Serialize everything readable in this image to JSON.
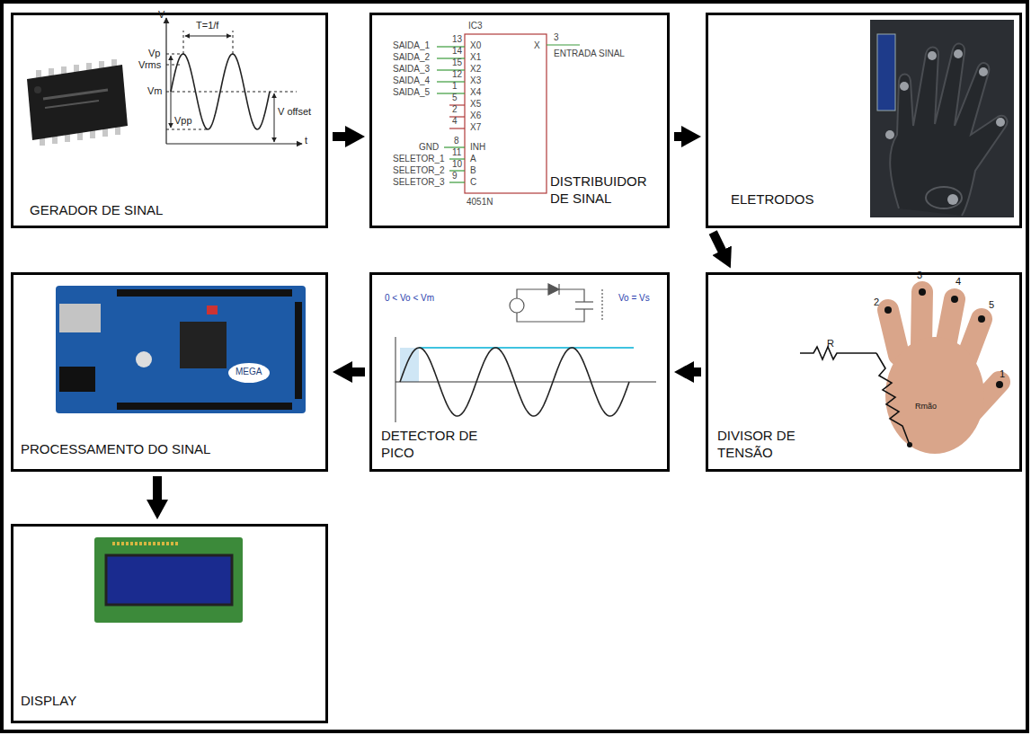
{
  "diagram": {
    "nodes": [
      {
        "text": [
          "GERADOR DE SINAL"
        ]
      },
      {
        "text": [
          "DISTRIBUIDOR DE SINAL"
        ]
      },
      {
        "text": [
          "ELETRODOS"
        ]
      },
      {
        "text": [
          "DIVISOR DE TENSÃO"
        ]
      },
      {
        "text": [
          "DETECTOR DE PICO"
        ]
      },
      {
        "text": [
          "PROCESSAMENTO DO SINAL"
        ]
      },
      {
        "text": [
          "DISPLAY"
        ]
      }
    ],
    "edges": [
      {
        "from": 0,
        "to": 1,
        "arrow": "to"
      },
      {
        "from": 1,
        "to": 2,
        "arrow": "to"
      },
      {
        "from": 2,
        "to": 3,
        "arrow": "to"
      },
      {
        "from": 3,
        "to": 4,
        "arrow": "to"
      },
      {
        "from": 4,
        "to": 5,
        "arrow": "to"
      },
      {
        "from": 5,
        "to": 6,
        "arrow": "to"
      }
    ],
    "labels": [
      "V",
      "Vp",
      "Vrms",
      "Vm",
      "Vpp",
      "T=1/f",
      "V offset",
      "t",
      "IC3",
      "SAIDA_1",
      "SAIDA_2",
      "SAIDA_3",
      "SAIDA_4",
      "SAIDA_5",
      "13",
      "14",
      "15",
      "12",
      "1",
      "5",
      "2",
      "4",
      "X0",
      "X1",
      "X2",
      "X3",
      "X4",
      "X5",
      "X6",
      "X7",
      "X",
      "3",
      "ENTRADA SINAL",
      "GND",
      "8",
      "INH",
      "SELETOR_1",
      "SELETOR_2",
      "SELETOR_3",
      "11",
      "10",
      "9",
      "A",
      "B",
      "C",
      "4051N",
      "R",
      "Rmão",
      "1",
      "2",
      "3",
      "4",
      "5",
      "0 < Vo < Vm",
      "Vo = Vs",
      "MEGA"
    ]
  }
}
